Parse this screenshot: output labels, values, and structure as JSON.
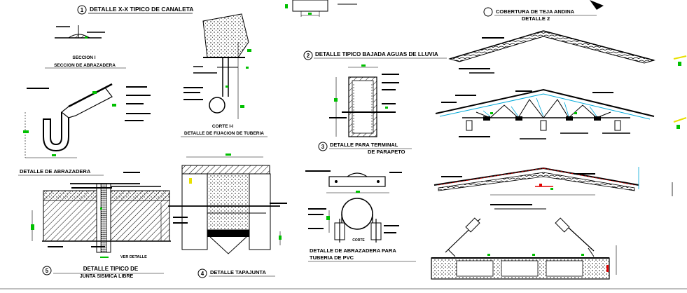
{
  "titles": {
    "canaleta": "DETALLE X-X TIPICO DE CANALETA",
    "cobertura": "COBERTURA DE TEJA ANDINA",
    "detalle2": "DETALLE 2",
    "bajada": "DETALLE TIPICO BAJADA AGUAS DE LLUVIA",
    "seccion1": "SECCION I",
    "seccion_abrazadera": "SECCION DE ABRAZADERA",
    "corte": "CORTE I-I",
    "fijacion_tuberia": "DETALLE DE FIJACION DE TUBERIA",
    "terminal_line1": "DETALLE PARA TERMINAL",
    "terminal_line2": "DE PARAPETO",
    "detalle_abrazadera": "DETALLE DE ABRAZADERA",
    "junta_line1": "DETALLE TIPICO DE",
    "junta_line2": "JUNTA SISMICA LIBRE",
    "tapajunta": "DETALLE TAPAJUNTA",
    "abrazadera_pvc_line1": "DETALLE DE ABRAZADERA PARA",
    "abrazadera_pvc_line2": "TUBERIA DE PVC",
    "corte_small": "CORTE",
    "ver_detalle": "VER DETALLE"
  },
  "markers": {
    "m1": "1",
    "m2": "2",
    "m3": "3",
    "m4": "4",
    "m5": "5"
  },
  "colors": {
    "ink": "#000000",
    "accent_green": "#00c000",
    "accent_red": "#e00000",
    "accent_cyan": "#00a8d8",
    "accent_yellow": "#e8e000"
  }
}
